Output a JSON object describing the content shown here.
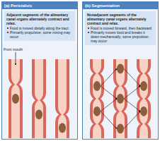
{
  "diagram": {
    "nodes": [
      {
        "text": [
          "(a) Peristalsis"
        ]
      },
      {
        "text": [
          "Adjacent segments of the alimentary canal organs alternately contract and relax.",
          "Food is moved distally along the tract",
          "Primarily propulsive; some mixing may occur"
        ],
        "in": 0
      },
      {
        "text": [
          "(b) Segmentation"
        ]
      },
      {
        "text": [
          "Nonadjacent segments of the alimentary canal organs alternately contract and relax.",
          "Food is moved forward, then backward",
          "Primarily moves food and breaks it down mechanically; some propulsion may occur"
        ],
        "in": 2
      }
    ],
    "labels": [
      "From mouth"
    ]
  }
}
